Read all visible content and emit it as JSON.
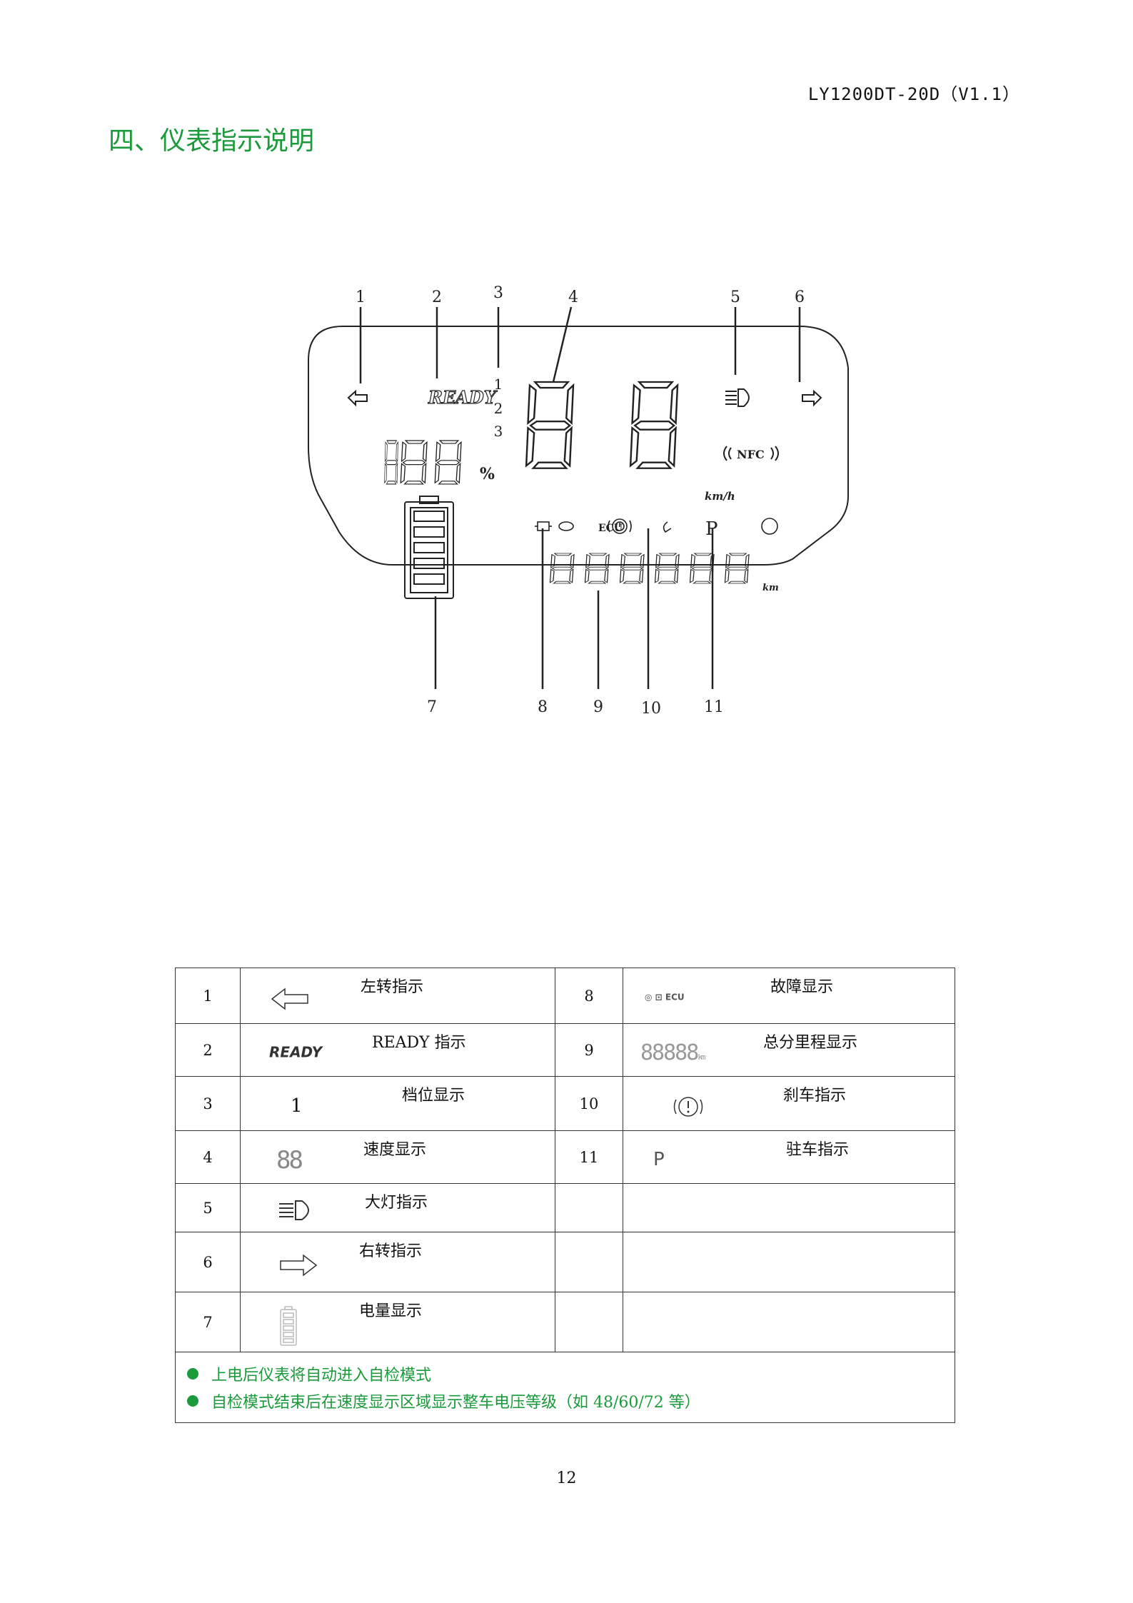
{
  "header": {
    "doc_code": "LY1200DT-20D（V1.1）"
  },
  "section": {
    "title": "四、仪表指示说明"
  },
  "figure": {
    "callouts": [
      "1",
      "2",
      "3",
      "4",
      "5",
      "6",
      "7",
      "8",
      "9",
      "10",
      "11"
    ],
    "ready_text": "READY",
    "gears": [
      "1",
      "2",
      "3"
    ],
    "percent_sign": "%",
    "speed_unit": "km/h",
    "nfc_text": "NFC",
    "ecu_text": "ECU",
    "park_text": "P",
    "odo_unit": "km"
  },
  "legend": {
    "rows": [
      {
        "left_num": "1",
        "left_label": "左转指示",
        "left_icon": "left-arrow-icon",
        "right_num": "8",
        "right_label": "故障显示",
        "right_icon": "fault-icons"
      },
      {
        "left_num": "2",
        "left_label": "READY 指示",
        "left_icon": "ready-icon",
        "right_num": "9",
        "right_label": "总分里程显示",
        "right_icon": "odometer-icon"
      },
      {
        "left_num": "3",
        "left_label": "档位显示",
        "left_icon": "gear-icon",
        "right_num": "10",
        "right_label": "刹车指示",
        "right_icon": "brake-icon"
      },
      {
        "left_num": "4",
        "left_label": "速度显示",
        "left_icon": "speed-digits-icon",
        "right_num": "11",
        "right_label": "驻车指示",
        "right_icon": "parking-icon"
      },
      {
        "left_num": "5",
        "left_label": "大灯指示",
        "left_icon": "headlight-icon",
        "right_num": "",
        "right_label": "",
        "right_icon": ""
      },
      {
        "left_num": "6",
        "left_label": "右转指示",
        "left_icon": "right-arrow-icon",
        "right_num": "",
        "right_label": "",
        "right_icon": ""
      },
      {
        "left_num": "7",
        "left_label": "电量显示",
        "left_icon": "battery-icon",
        "right_num": "",
        "right_label": "",
        "right_icon": ""
      }
    ],
    "icon_text": {
      "ready": "READY",
      "gear": "1",
      "ecu": "ECU",
      "odo_unit": "km",
      "park": "P"
    },
    "notes": [
      "上电后仪表将自动进入自检模式",
      "自检模式结束后在速度显示区域显示整车电压等级（如 48/60/72 等）"
    ]
  },
  "footer": {
    "page_number": "12"
  },
  "colors": {
    "accent_green": "#1a9a3a",
    "line": "#222222"
  }
}
